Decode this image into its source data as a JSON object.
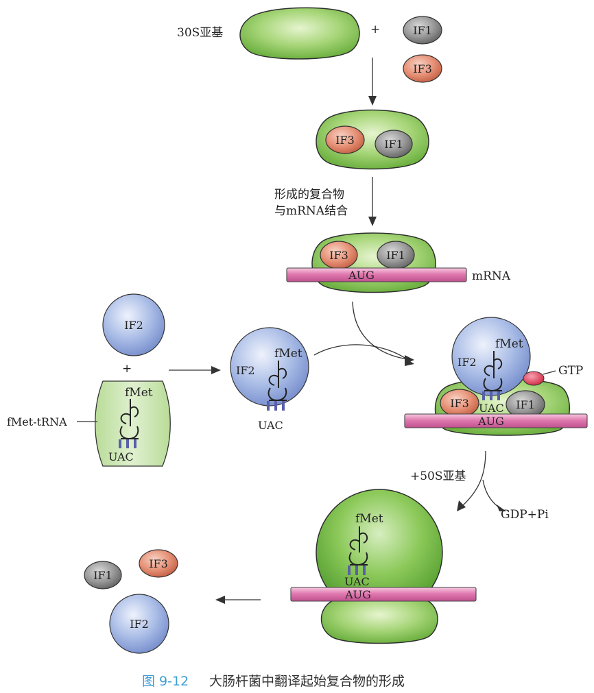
{
  "labels": {
    "s30": "30S亚基",
    "plus": "+",
    "if1": "IF1",
    "if2": "IF2",
    "if3": "IF3",
    "step_bind_line1": "形成的复合物",
    "step_bind_line2": "与mRNA结合",
    "aug": "AUG",
    "mrna": "mRNA",
    "uac": "UAC",
    "fmet": "fMet",
    "fmet_trna": "fMet-tRNA",
    "gtp": "GTP",
    "add_50s": "+50S亚基",
    "gdp_pi": "GDP+Pi"
  },
  "caption": {
    "figure_no": "图 9-12",
    "text": "大肠杆菌中翻译起始复合物的形成"
  },
  "colors": {
    "subunit_green": "#8cc95a",
    "if1_gray": "#8a8a8a",
    "if3_salmon": "#e0836a",
    "if2_blue": "#9fb3e0",
    "mrna_pink": "#e07ab0",
    "anticodon_blue": "#5a60a8",
    "gtp_red": "#e0405a",
    "caption_blue": "#3e9cd6"
  }
}
